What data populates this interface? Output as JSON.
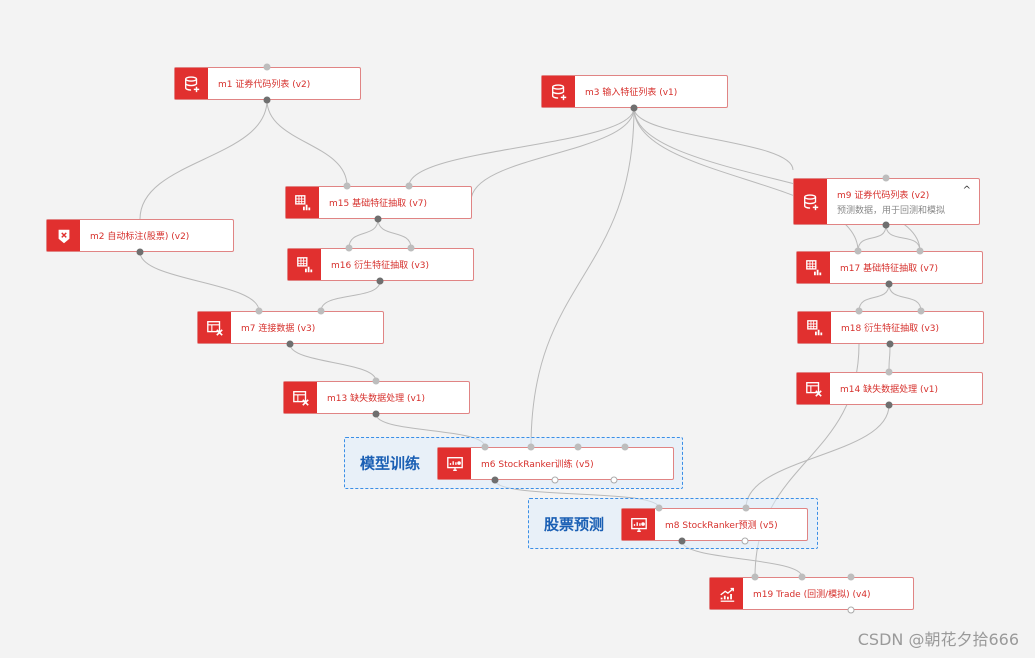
{
  "groups": [
    {
      "id": "g-train",
      "label": "模型训练"
    },
    {
      "id": "g-predict",
      "label": "股票预测"
    }
  ],
  "nodes": [
    {
      "id": "m1",
      "title": "m1 证券代码列表 (v2)",
      "icon": "database-add-icon"
    },
    {
      "id": "m3",
      "title": "m3 输入特征列表 (v1)",
      "icon": "database-add-icon"
    },
    {
      "id": "m9",
      "title": "m9 证券代码列表 (v2)",
      "subtitle": "预测数据，用于回测和模拟",
      "icon": "database-add-icon",
      "collapse_icon": "^"
    },
    {
      "id": "m15",
      "title": "m15 基础特征抽取 (v7)",
      "icon": "table-chart-icon"
    },
    {
      "id": "m2",
      "title": "m2 自动标注(股票) (v2)",
      "icon": "label-icon"
    },
    {
      "id": "m16",
      "title": "m16 衍生特征抽取 (v3)",
      "icon": "table-chart-icon"
    },
    {
      "id": "m17",
      "title": "m17 基础特征抽取 (v7)",
      "icon": "table-chart-icon"
    },
    {
      "id": "m7",
      "title": "m7 连接数据 (v3)",
      "icon": "table-tool-icon"
    },
    {
      "id": "m18",
      "title": "m18 衍生特征抽取 (v3)",
      "icon": "table-chart-icon"
    },
    {
      "id": "m13",
      "title": "m13 缺失数据处理 (v1)",
      "icon": "table-tool-icon"
    },
    {
      "id": "m14",
      "title": "m14 缺失数据处理 (v1)",
      "icon": "table-tool-icon"
    },
    {
      "id": "m6",
      "title": "m6 StockRanker训练 (v5)",
      "icon": "monitor-chart-icon"
    },
    {
      "id": "m8",
      "title": "m8 StockRanker预测 (v5)",
      "icon": "monitor-chart-icon"
    },
    {
      "id": "m19",
      "title": "m19 Trade (回测/模拟) (v4)",
      "icon": "trend-chart-icon"
    }
  ],
  "watermark": "CSDN @朝花夕拾666"
}
